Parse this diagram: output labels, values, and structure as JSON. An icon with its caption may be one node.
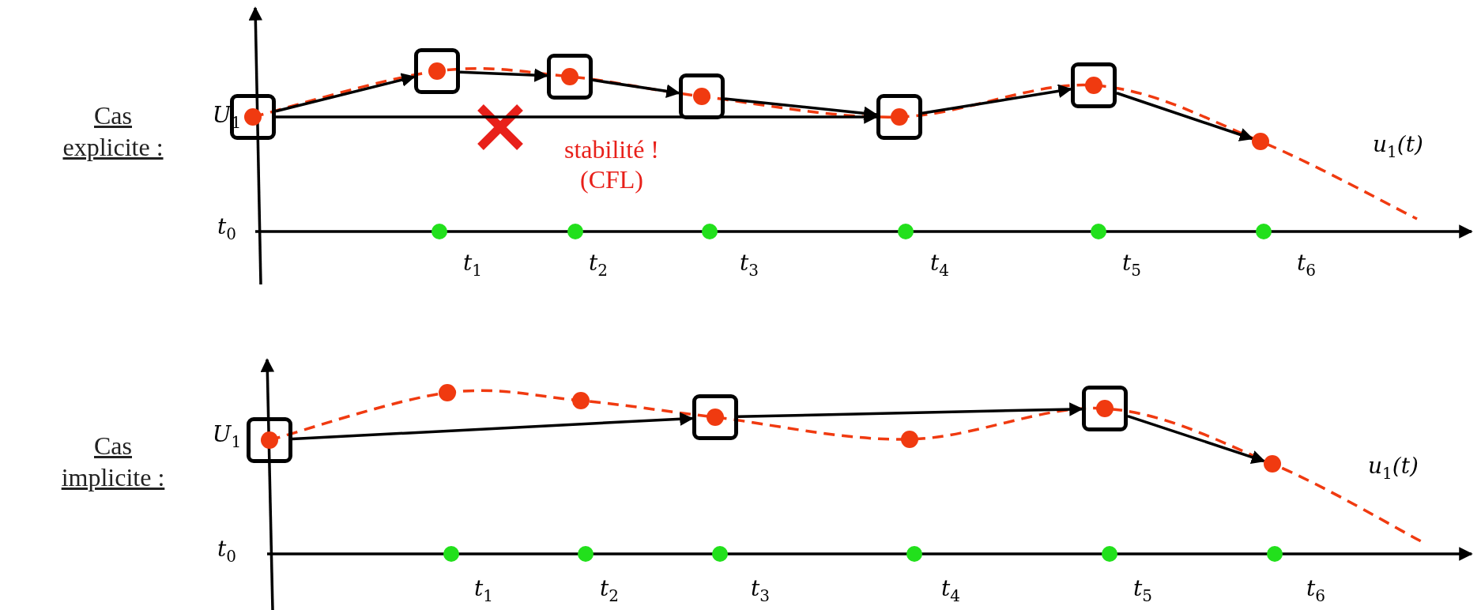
{
  "diagram": {
    "nodes": [
      {
        "text": [],
        "shape": "box"
      },
      {
        "text": [],
        "shape": "box"
      },
      {
        "text": [],
        "shape": "box"
      },
      {
        "text": [],
        "shape": "box"
      },
      {
        "text": [],
        "shape": "box"
      },
      {
        "text": [],
        "shape": "box"
      },
      {
        "text": [],
        "shape": "circle"
      },
      {
        "text": [],
        "shape": "box"
      },
      {
        "text": [],
        "shape": "box"
      },
      {
        "text": [],
        "shape": "box"
      },
      {
        "text": [],
        "shape": "circle"
      }
    ],
    "edges": [
      {
        "from": 0,
        "to": 1,
        "arrow": "to"
      },
      {
        "from": 1,
        "to": 2,
        "arrow": "to"
      },
      {
        "from": 2,
        "to": 3,
        "arrow": "to"
      },
      {
        "from": 3,
        "to": 4,
        "arrow": "to"
      },
      {
        "from": 4,
        "to": 5,
        "arrow": "to"
      },
      {
        "from": 5,
        "to": 6,
        "arrow": "to"
      },
      {
        "from": 0,
        "to": 4,
        "arrow": "to"
      },
      {
        "from": 7,
        "to": 8,
        "arrow": "to"
      },
      {
        "from": 8,
        "to": 9,
        "arrow": "to"
      },
      {
        "from": 9,
        "to": 10,
        "arrow": "to"
      }
    ],
    "labels": [
      "Cas explicite :",
      "U$_{1}$",
      "stabilité !",
      "(CFL)",
      "u$_{1}$(t)",
      "t$_{0}$",
      "t$_{1}$",
      "t$_{2}$",
      "t$_{3}$",
      "t$_{4}$",
      "t$_{5}$",
      "t$_{6}$",
      "Cas implicite :",
      "U$_{1}$",
      "u$_{1}$(t)",
      "t$_{0}$",
      "t$_{1}$",
      "t$_{2}$",
      "t$_{3}$",
      "t$_{4}$",
      "t$_{5}$",
      "t$_{6}$"
    ]
  }
}
